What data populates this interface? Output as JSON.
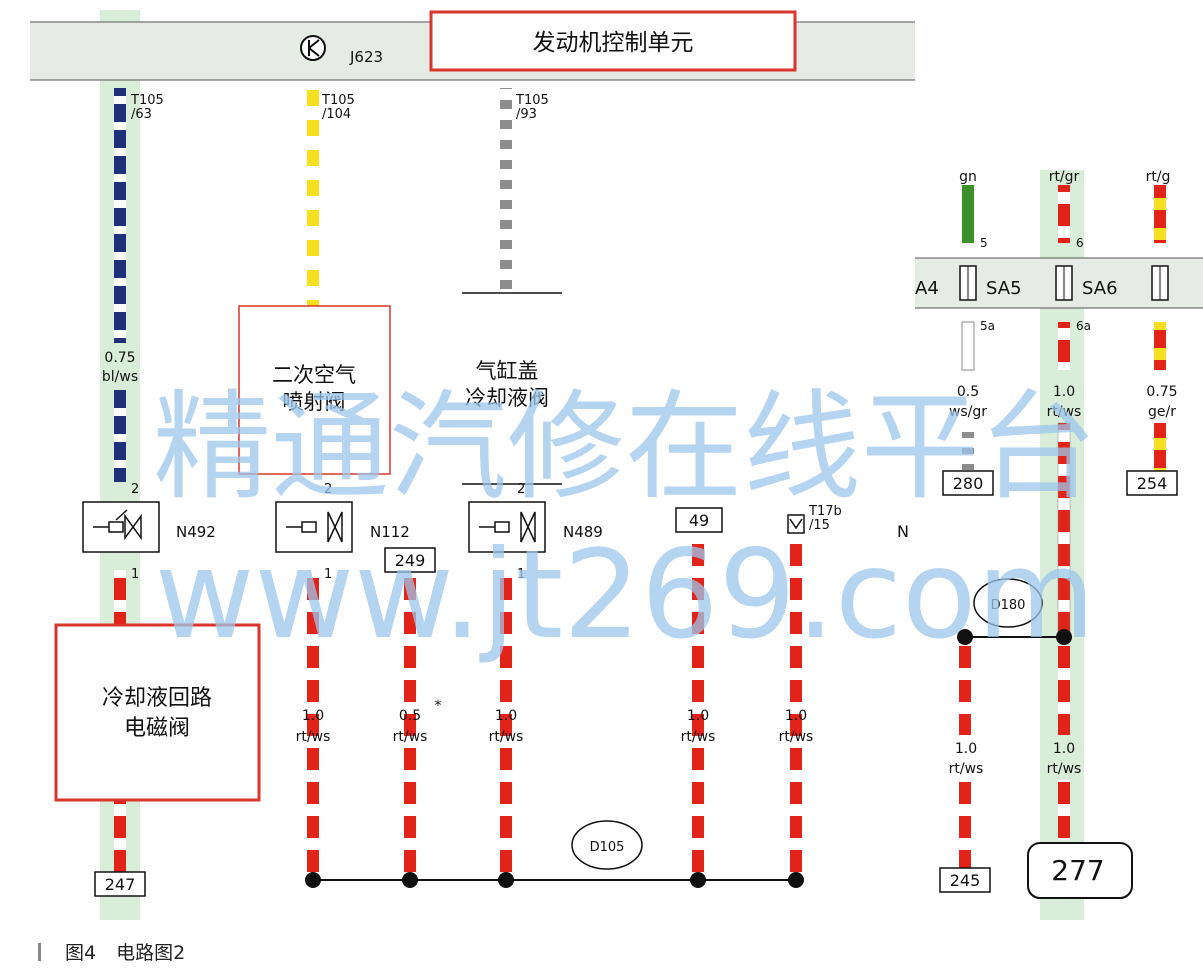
{
  "ecu": {
    "title": "发动机控制单元",
    "code": "J623"
  },
  "connectors": {
    "t105_63": "T105\n/63",
    "t105_104": "T105\n/104",
    "t105_93": "T105\n/93",
    "t17b_15": "T17b\n/15"
  },
  "wires_top": {
    "w1": {
      "size": "0.75",
      "color": "bl/ws"
    }
  },
  "components": {
    "secondary_air_valve": "二次空气\n喷射阀",
    "head_coolant_valve": "气缸盖\n冷却液阀",
    "coolant_circuit_valve": "冷却液回路\n电磁阀"
  },
  "valves": {
    "n492": "N492",
    "n112": "N112",
    "n489": "N489",
    "n_right": "N"
  },
  "pins": {
    "two": "2",
    "one": "1"
  },
  "wires_bottom": [
    {
      "size": "1.0",
      "color": "rt/ws"
    },
    {
      "size": "0.5",
      "color": "rt/ws",
      "mark": "*"
    },
    {
      "size": "1.0",
      "color": "rt/ws"
    },
    {
      "size": "1.0",
      "color": "rt/ws"
    },
    {
      "size": "1.0",
      "color": "rt/ws"
    }
  ],
  "refs": {
    "r247": "247",
    "r249": "249",
    "r49": "49",
    "r280": "280",
    "r254": "254",
    "r245": "245",
    "r277": "277"
  },
  "splices": {
    "d105": "D105",
    "d180": "D180"
  },
  "fuses": {
    "sa4": "A4",
    "sa5": "SA5",
    "sa6": "SA6",
    "pin5": "5",
    "pin6": "6",
    "pin5a": "5a",
    "pin6a": "6a"
  },
  "right_wires_top": {
    "gn": "gn",
    "rtgr": "rt/gr",
    "rtg": "rt/g"
  },
  "right_wires_mid": [
    {
      "size": "0.5",
      "color": "ws/gr"
    },
    {
      "size": "1.0",
      "color": "rt/ws"
    },
    {
      "size": "0.75",
      "color": "ge/r"
    }
  ],
  "right_wires_low": [
    {
      "size": "1.0",
      "color": "rt/ws"
    },
    {
      "size": "1.0",
      "color": "rt/ws"
    }
  ],
  "watermark": {
    "line1": "精通汽修在线平台",
    "line2": "www.jt269.com"
  },
  "caption": {
    "figure": "图4",
    "text": "电路图2"
  },
  "colors": {
    "band": "#e6ebe6",
    "red": "#e2231a",
    "blue": "#1f2f7a",
    "yellow": "#f4e01e",
    "gray": "#8d8d8d",
    "green": "#3d8f2a",
    "halo": "#cfe8cf",
    "box_red": "#d9362e"
  }
}
